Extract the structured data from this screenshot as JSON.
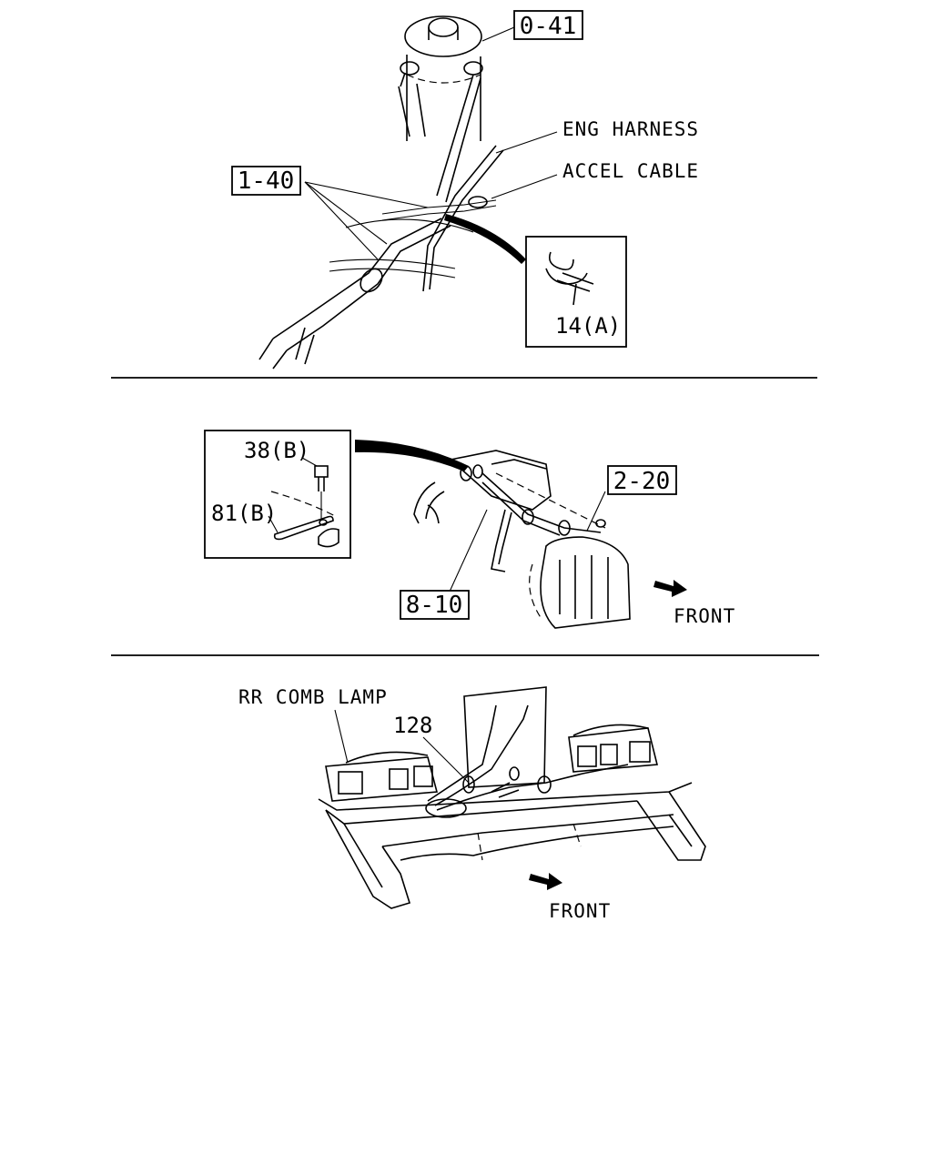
{
  "section1": {
    "ref_top": "0-41",
    "ref_left": "1-40",
    "label_harness": "ENG HARNESS",
    "label_cable": "ACCEL CABLE",
    "inset_part": "14(A)"
  },
  "section2": {
    "inset_bolt": "38(B)",
    "inset_bracket": "81(B)",
    "ref_right": "2-20",
    "ref_bottom": "8-10",
    "front_label": "FRONT"
  },
  "section3": {
    "label_lamp": "RR COMB LAMP",
    "part_number": "128",
    "front_label": "FRONT"
  }
}
